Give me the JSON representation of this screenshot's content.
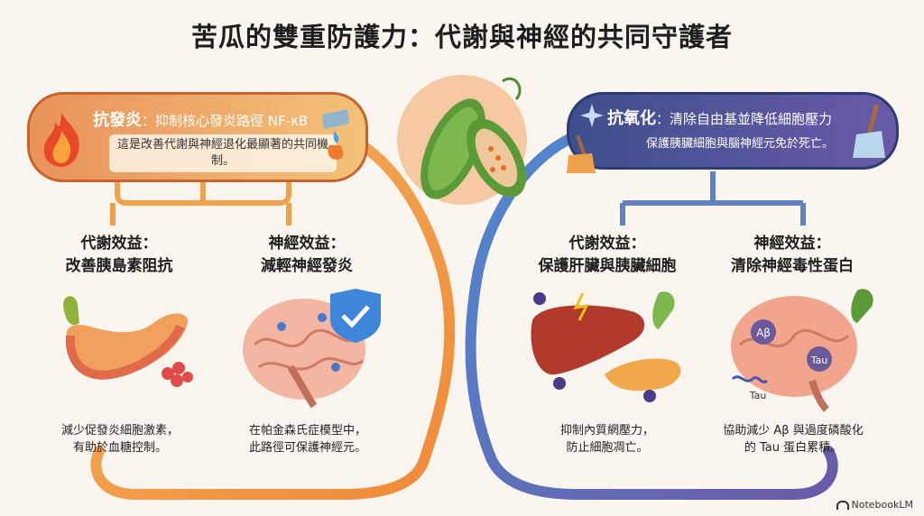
{
  "title": "苦瓜的雙重防護力：代謝與神經的共同守護者",
  "anti_inflammatory": {
    "heading": "抗發炎",
    "heading_detail": "：抑制核心發炎路徑 NF-κB",
    "subtitle": "這是改善代謝與神經退化最顯著的共同機制。",
    "icons": [
      "fire-icon",
      "water-bucket-icon"
    ]
  },
  "antioxidant": {
    "heading": "抗氧化",
    "heading_detail": "：清除自由基並降低細胞壓力",
    "subtitle": "保護胰臟細胞與腦神經元免於死亡。",
    "icons": [
      "broom-icon",
      "sparkle-icon"
    ]
  },
  "columns": [
    {
      "title_line1": "代謝效益：",
      "title_line2": "改善胰島素阻抗",
      "desc_line1": "減少促發炎細胞激素，",
      "desc_line2": "有助於血糖控制。",
      "icon": "pancreas-icon"
    },
    {
      "title_line1": "神經效益：",
      "title_line2": "減輕神經發炎",
      "desc_line1": "在帕金森氏症模型中，",
      "desc_line2": "此路徑可保護神經元。",
      "icon": "brain-shield-icon"
    },
    {
      "title_line1": "代謝效益：",
      "title_line2": "保護肝臟與胰臟細胞",
      "desc_line1": "抑制內質網壓力，",
      "desc_line2": "防止細胞凋亡。",
      "icon": "liver-pancreas-icon"
    },
    {
      "title_line1": "神經效益：",
      "title_line2": "清除神經毒性蛋白",
      "desc_line1": "協助減少 Aβ 與過度磷酸化",
      "desc_line2": "的 Tau 蛋白累積。",
      "icon": "brain-protein-icon",
      "labels": [
        "Aβ",
        "Tau",
        "Tau"
      ]
    }
  ],
  "center_icon": "bitter-melon-icon",
  "brand": "NotebookLM",
  "colors": {
    "orange_path": "#f0a24a",
    "blue_path": "#4d7fc4",
    "purple_path": "#6b5aa8"
  }
}
